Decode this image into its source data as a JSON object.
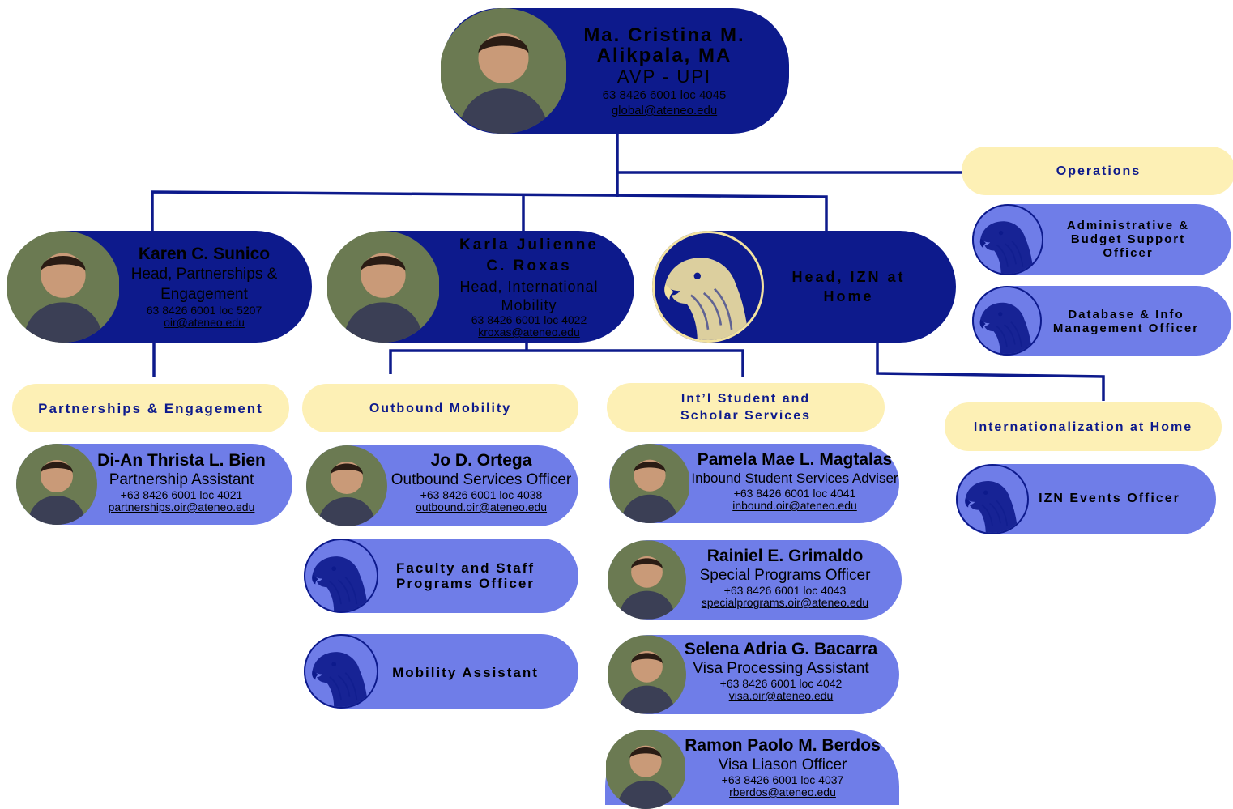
{
  "head": {
    "name_line1": "Ma.  Cristina M.",
    "name_line2": "Alikpala, MA",
    "role": "AVP - UPI",
    "phone": "63 8426 6001 loc 4045",
    "email": "global@ateneo.edu"
  },
  "karen": {
    "name": "Karen C. Sunico",
    "role_line1": "Head, Partnerships &",
    "role_line2": "Engagement",
    "phone": "63 8426 6001 loc 5207",
    "email": "oir@ateneo.edu"
  },
  "karla": {
    "name_line1": "Karla Julienne",
    "name_line2": "C. Roxas",
    "role_line1": "Head, International",
    "role_line2": "Mobility",
    "phone": "63 8426 6001 loc 4022",
    "email": "kroxas@ateneo.edu"
  },
  "izn_head": {
    "role_line1": "Head, IZN at",
    "role_line2": "Home"
  },
  "sections": {
    "operations": "Operations",
    "partnerships": "Partnerships & Engagement",
    "outbound": "Outbound Mobility",
    "intl_line1": "Int’l Student and",
    "intl_line2": "Scholar Services",
    "izn": "Internationalization at Home"
  },
  "operations_staff": [
    {
      "title": "Administrative &\nBudget Support Officer"
    },
    {
      "title": "Database & Info\nManagement Officer"
    }
  ],
  "dian": {
    "name": "Di-An Thrista L. Bien",
    "role": "Partnership Assistant",
    "phone": "+63 8426 6001 loc 4021",
    "email": "partnerships.oir@ateneo.edu"
  },
  "jo": {
    "name": "Jo D. Ortega",
    "role": "Outbound Services Officer",
    "phone": "+63 8426 6001 loc 4038",
    "email": "outbound.oir@ateneo.edu"
  },
  "faculty_staff": {
    "title": "Faculty and Staff\nPrograms Officer"
  },
  "mobility_assistant": {
    "title": "Mobility Assistant"
  },
  "pamela": {
    "name": "Pamela Mae L. Magtalas",
    "role": "Inbound Student Services Adviser",
    "phone": "+63 8426 6001 loc 4041",
    "email": "inbound.oir@ateneo.edu"
  },
  "rainiel": {
    "name": "Rainiel E. Grimaldo",
    "role": "Special Programs Officer",
    "phone": "+63 8426 6001 loc 4043",
    "email": "specialprograms.oir@ateneo.edu"
  },
  "selena": {
    "name": "Selena Adria G. Bacarra",
    "role": "Visa Processing Assistant",
    "phone": "+63 8426 6001 loc 4042",
    "email": "visa.oir@ateneo.edu"
  },
  "ramon": {
    "name": "Ramon Paolo M. Berdos",
    "role": "Visa Liason Officer",
    "phone": "+63 8426 6001 loc 4037",
    "email": "rberdos@ateneo.edu"
  },
  "izn_events": {
    "title": "IZN Events Officer"
  },
  "colors": {
    "dark_blue": "#0d1a8c",
    "light_blue": "#6f7de8",
    "section_yellow": "#fdf0b5"
  }
}
